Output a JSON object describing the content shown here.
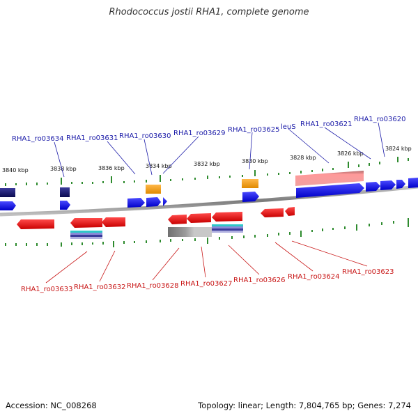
{
  "title": "Rhodococcus jostii RHA1, complete genome",
  "footer": {
    "accession": "Accession: NC_008268",
    "topology": "Topology: linear; Length: 7,804,765 bp; Genes: 7,274"
  },
  "colors": {
    "forward_label": "#1a1aa8",
    "reverse_label": "#c81414",
    "cds_forward": "#0000e6",
    "cds_reverse": "#e60000",
    "tick": "#2e8b2e",
    "backbone": "#8a8a8a"
  },
  "ticks": [
    "3840 kbp",
    "3838 kbp",
    "3836 kbp",
    "3834 kbp",
    "3832 kbp",
    "3830 kbp",
    "3828 kbp",
    "3826 kbp",
    "3824 kbp"
  ],
  "forward_genes": [
    "RHA1_ro03634",
    "RHA1_ro03631",
    "RHA1_ro03630",
    "RHA1_ro03629",
    "RHA1_ro03625",
    "leuS",
    "RHA1_ro03621",
    "RHA1_ro03620"
  ],
  "reverse_genes": [
    "RHA1_ro03633",
    "RHA1_ro03632",
    "RHA1_ro03628",
    "RHA1_ro03627",
    "RHA1_ro03626",
    "RHA1_ro03624",
    "RHA1_ro03623"
  ]
}
